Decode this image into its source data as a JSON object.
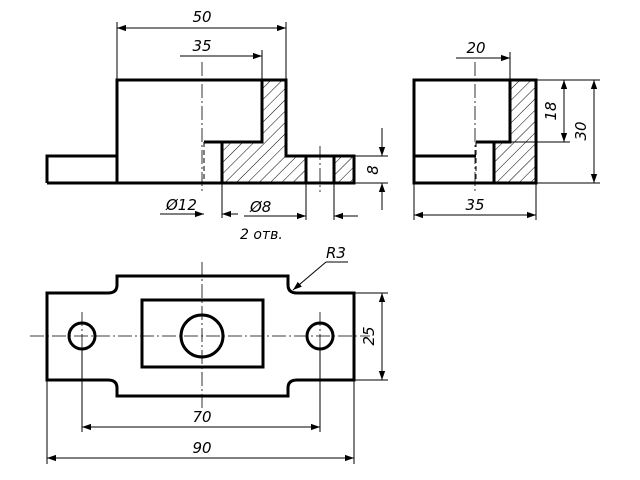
{
  "dimensions": {
    "front_width": "50",
    "front_bore_depth": "35",
    "front_hole_large": "Ø12",
    "front_hole_small": "Ø8",
    "front_holes_count_note": "2 отв.",
    "front_base_height": "8",
    "side_bore_depth": "20",
    "side_upper_height": "18",
    "side_total_height": "30",
    "side_width": "35",
    "top_fillet_radius": "R3",
    "top_block_height": "25",
    "top_hole_spacing": "70",
    "top_total_length": "90"
  }
}
